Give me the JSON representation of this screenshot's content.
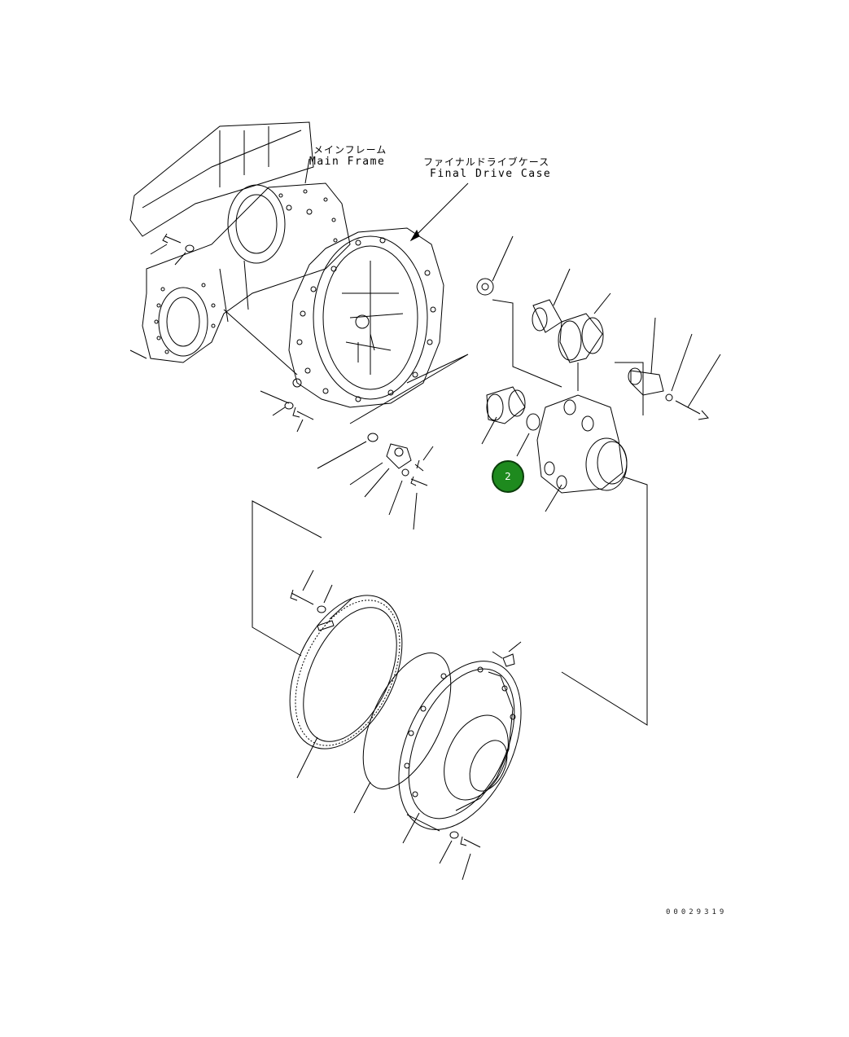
{
  "labels": {
    "main_frame_jp": "メインフレーム",
    "main_frame_en": "Main Frame",
    "final_drive_case_jp": "ファイナルドライブケース",
    "final_drive_case_en": "Final Drive Case"
  },
  "callouts": {
    "selected_part": "2"
  },
  "footer": {
    "drawing_number": "00029319"
  },
  "colors": {
    "line": "#000000",
    "marker_fill": "#1e8a1e",
    "marker_border": "#0b3d0b",
    "background": "#ffffff"
  }
}
